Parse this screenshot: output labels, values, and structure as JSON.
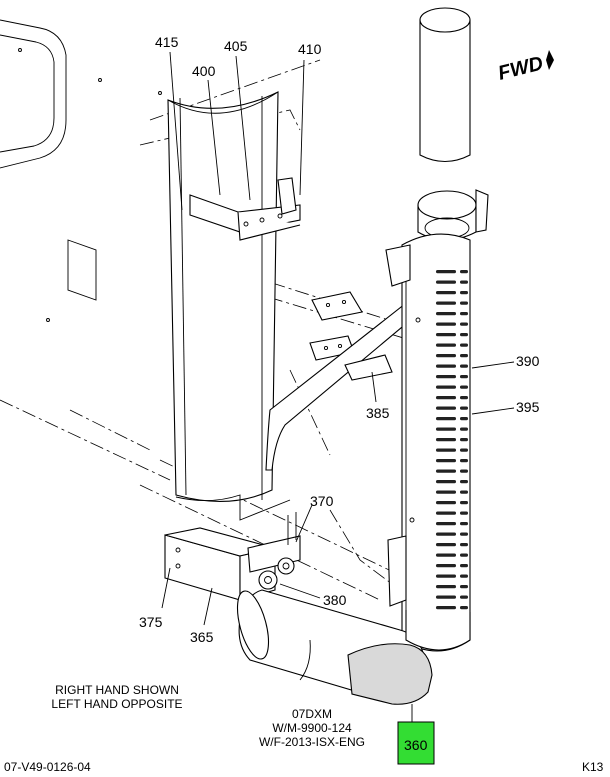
{
  "callouts": {
    "c415": "415",
    "c405": "405",
    "c400": "400",
    "c410": "410",
    "c390": "390",
    "c395": "395",
    "c385": "385",
    "c370": "370",
    "c380": "380",
    "c375": "375",
    "c365": "365",
    "c360": "360"
  },
  "forward_marker": "FWD",
  "notes": {
    "hand_line1": "RIGHT HAND SHOWN",
    "hand_line2": "LEFT HAND OPPOSITE",
    "model_line1": "07DXM",
    "model_line2": "W/M-9900-124",
    "model_line3": "W/F-2013-ISX-ENG"
  },
  "footer": {
    "drawing_id": "07-V49-0126-04",
    "sheet_code": "K13"
  },
  "colors": {
    "highlight": "#33dd33"
  }
}
